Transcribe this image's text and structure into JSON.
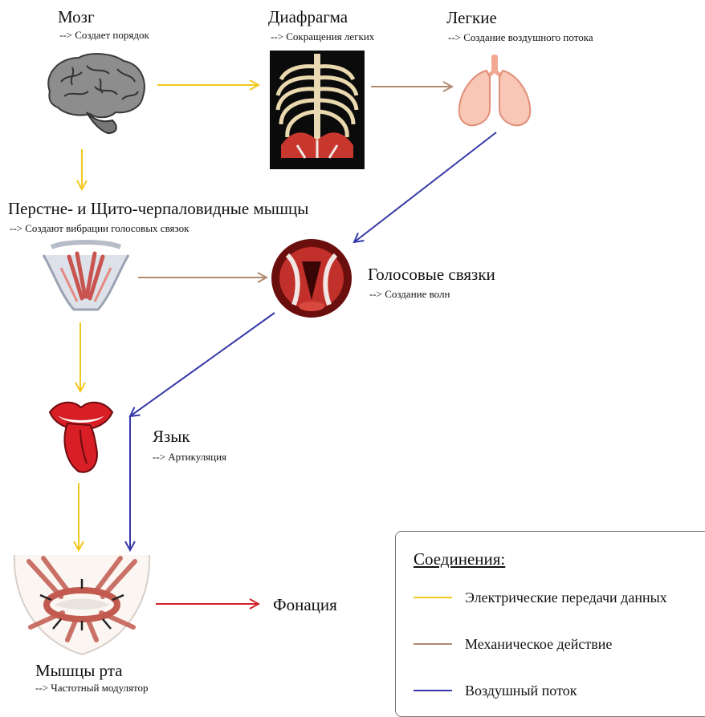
{
  "nodes": {
    "brain": {
      "title": "Мозг",
      "sub": "--> Создает порядок"
    },
    "diaphragm": {
      "title": "Диафрагма",
      "sub": "--> Сокращения легких"
    },
    "lungs": {
      "title": "Легкие",
      "sub": "--> Создание воздушного потока"
    },
    "muscles": {
      "title": "Перстне- и Щито-черпаловидные мышцы",
      "sub": "--> Создают вибрации голосовых связок"
    },
    "vocal_cords": {
      "title": "Голосовые связки",
      "sub": "--> Создание волн"
    },
    "tongue": {
      "title": "Язык",
      "sub": "--> Артикуляция"
    },
    "mouth": {
      "title": "Мышцы рта",
      "sub": "--> Частотный модулятор"
    }
  },
  "output": {
    "label": "Фонация"
  },
  "legend": {
    "title": "Соединения:",
    "items": [
      {
        "label": "Электрические передачи данных",
        "color": "#f2c81e"
      },
      {
        "label": "Механическое действие",
        "color": "#b08a70"
      },
      {
        "label": "Воздушный поток",
        "color": "#3538a8"
      }
    ]
  },
  "colors": {
    "electric": "#f2c81e",
    "mechanical": "#b08a70",
    "airflow": "#3538a8",
    "output": "#d0202a"
  },
  "icons": {
    "brain": "brain-icon",
    "diaphragm": "ribcage-icon",
    "lungs": "lungs-icon",
    "muscles": "larynx-muscles-icon",
    "vocal_cords": "vocal-cords-icon",
    "tongue": "tongue-icon",
    "mouth": "mouth-muscles-icon"
  }
}
